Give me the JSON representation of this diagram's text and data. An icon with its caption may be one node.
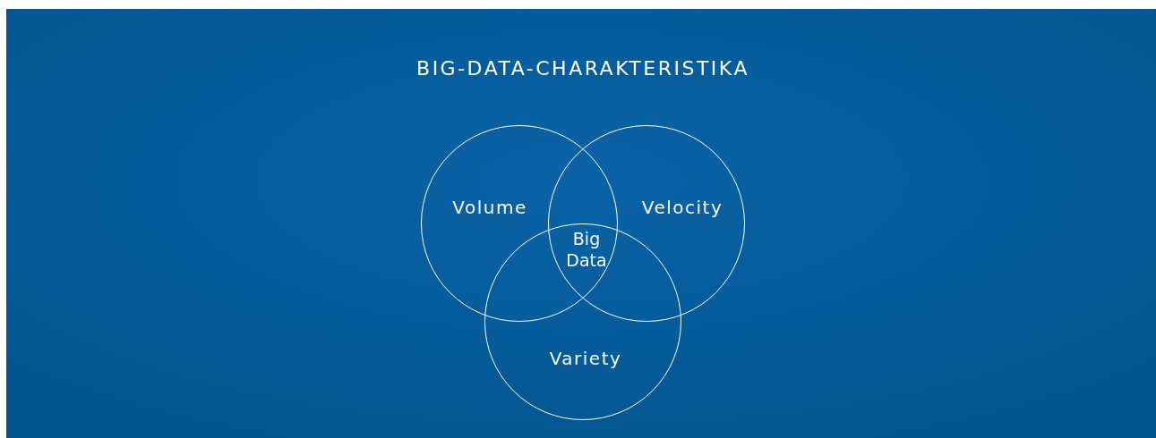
{
  "diagram": {
    "title": "BIG-DATA-CHARAKTERISTIKA",
    "nodes": [
      {
        "text": [
          "Volume"
        ]
      },
      {
        "text": [
          "Velocity"
        ]
      },
      {
        "text": [
          "Variety"
        ]
      }
    ],
    "labels": [
      "Big Data"
    ]
  }
}
